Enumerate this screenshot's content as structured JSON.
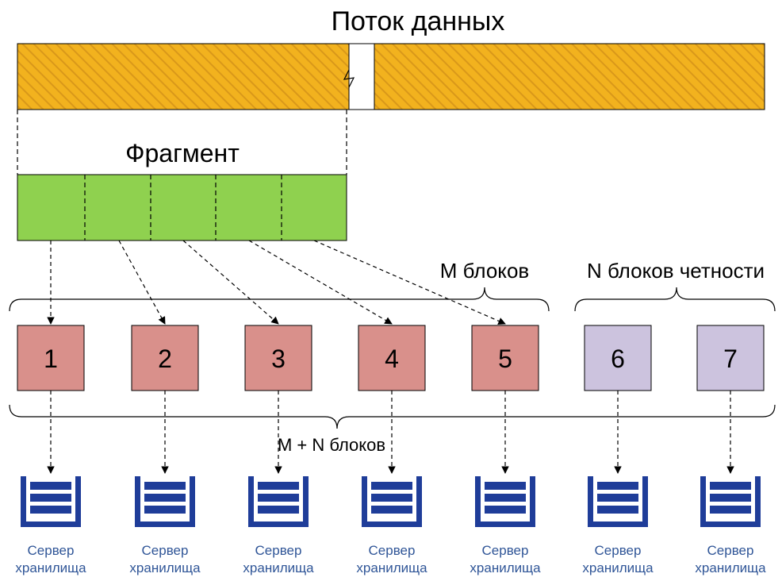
{
  "title": "Поток данных",
  "fragment_label": "Фрагмент",
  "m_label": "M блоков",
  "n_label": "N блоков четности",
  "mn_label": "M + N блоков",
  "data_blocks": [
    {
      "label": "1"
    },
    {
      "label": "2"
    },
    {
      "label": "3"
    },
    {
      "label": "4"
    },
    {
      "label": "5"
    }
  ],
  "parity_blocks": [
    {
      "label": "6"
    },
    {
      "label": "7"
    }
  ],
  "servers": [
    {
      "label_line1": "Сервер",
      "label_line2": "хранилища"
    },
    {
      "label_line1": "Сервер",
      "label_line2": "хранилища"
    },
    {
      "label_line1": "Сервер",
      "label_line2": "хранилища"
    },
    {
      "label_line1": "Сервер",
      "label_line2": "хранилища"
    },
    {
      "label_line1": "Сервер",
      "label_line2": "хранилища"
    },
    {
      "label_line1": "Сервер",
      "label_line2": "хранилища"
    },
    {
      "label_line1": "Сервер",
      "label_line2": "хранилища"
    }
  ],
  "colors": {
    "stream_fill": "#F2B21E",
    "stream_hatch": "#D9981A",
    "fragment_fill": "#8FD14F",
    "data_block_fill": "#D9908B",
    "parity_block_fill": "#CCC3DE",
    "server_icon": "#1F3D99",
    "server_label": "#2F5597",
    "line": "#000000"
  },
  "icons": {
    "server": "server-rack-icon"
  }
}
